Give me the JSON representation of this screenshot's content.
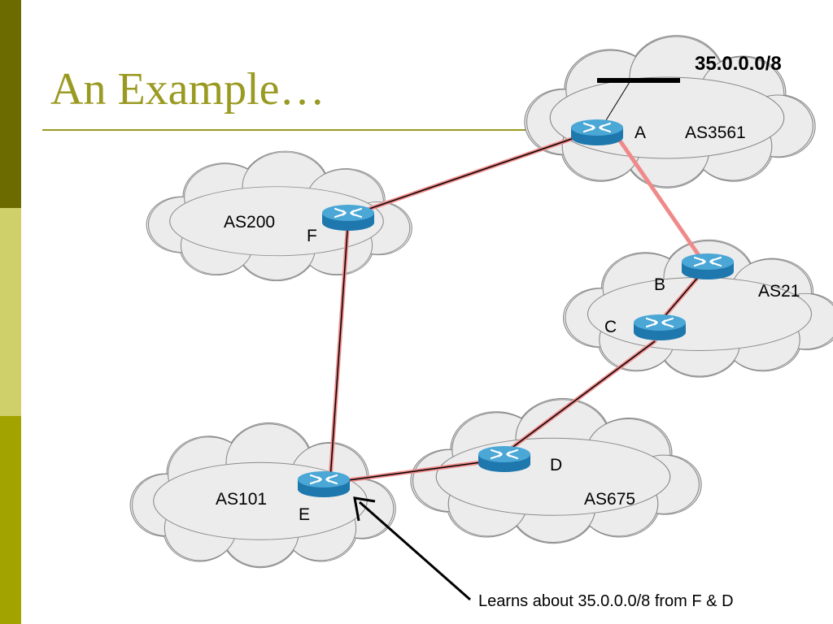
{
  "slide": {
    "title": "An Example…",
    "colors": {
      "sidebar_top": "#6b6b00",
      "sidebar_middle": "#cfd06a",
      "sidebar_bottom": "#a3a300",
      "title": "#9a9a22",
      "cloud_fill": "#ececec",
      "cloud_stroke": "#8a8a8a",
      "link_outer": "#f08a8a",
      "link_inner": "#000000",
      "router_body": "#1e78ad",
      "router_top": "#4aa7d6"
    }
  },
  "network": {
    "prefix": "35.0.0.0/8",
    "autonomous_systems": [
      {
        "id": "as3561",
        "label": "AS3561"
      },
      {
        "id": "as200",
        "label": "AS200"
      },
      {
        "id": "as21",
        "label": "AS21"
      },
      {
        "id": "as675",
        "label": "AS675"
      },
      {
        "id": "as101",
        "label": "AS101"
      }
    ],
    "routers": [
      {
        "id": "A",
        "label": "A",
        "icon": "router-icon"
      },
      {
        "id": "B",
        "label": "B",
        "icon": "router-icon"
      },
      {
        "id": "C",
        "label": "C",
        "icon": "router-icon"
      },
      {
        "id": "D",
        "label": "D",
        "icon": "router-icon"
      },
      {
        "id": "E",
        "label": "E",
        "icon": "router-icon"
      },
      {
        "id": "F",
        "label": "F",
        "icon": "router-icon"
      }
    ],
    "links": [
      {
        "from": "A",
        "to": "F",
        "style": "pink-black"
      },
      {
        "from": "A",
        "to": "B",
        "style": "pink"
      },
      {
        "from": "B",
        "to": "C",
        "style": "pink-black"
      },
      {
        "from": "C",
        "to": "D",
        "style": "pink-black"
      },
      {
        "from": "D",
        "to": "E",
        "style": "pink-black"
      },
      {
        "from": "F",
        "to": "E",
        "style": "pink-black"
      }
    ],
    "annotation": "Learns about 35.0.0.0/8 from F & D"
  }
}
